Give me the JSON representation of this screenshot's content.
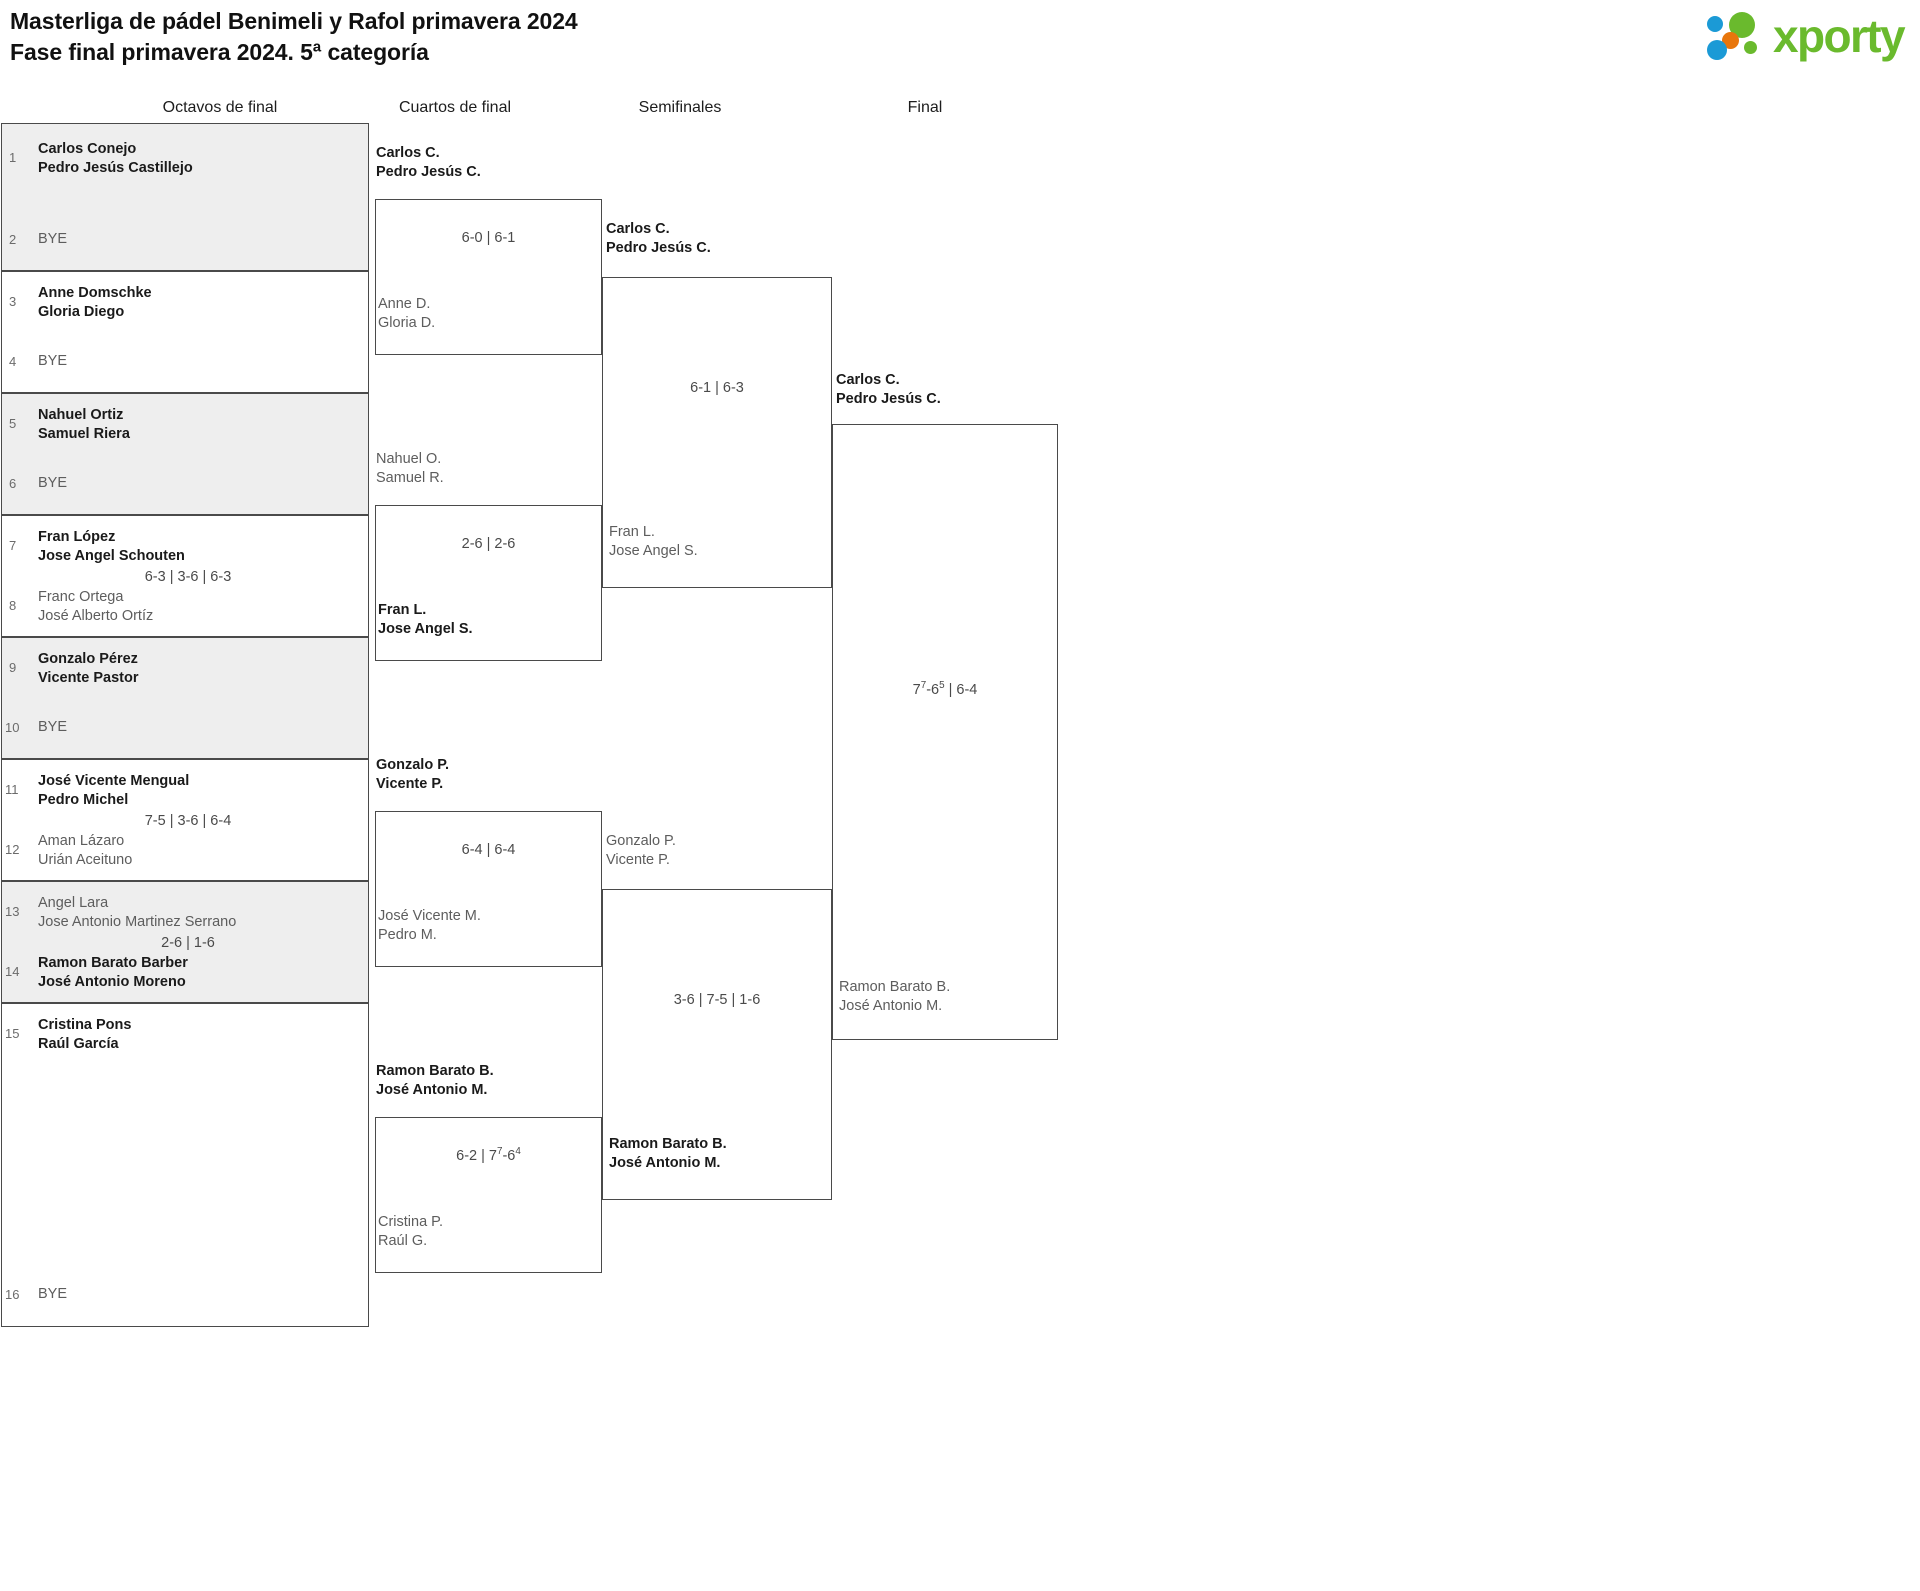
{
  "header": {
    "title_line1": "Masterliga de pádel Benimeli y Rafol primavera 2024",
    "title_line2": "Fase final primavera 2024. 5ª categoría",
    "logo_text": "xporty",
    "logo_colors": {
      "green": "#6aba2d",
      "orange": "#e8760c",
      "blue": "#1b9ad6"
    }
  },
  "rounds": [
    {
      "label": "Octavos de final"
    },
    {
      "label": "Cuartos de final"
    },
    {
      "label": "Semifinales"
    },
    {
      "label": "Final"
    }
  ],
  "round1": {
    "slots": [
      {
        "seed": "1",
        "p1": "Carlos Conejo",
        "p2": "Pedro Jesús Castillejo",
        "result": "win",
        "bye": false
      },
      {
        "seed": "2",
        "p1": "BYE",
        "p2": "",
        "result": "bye",
        "bye": true
      },
      {
        "seed": "3",
        "p1": "Anne Domschke",
        "p2": "Gloria Diego",
        "result": "win",
        "bye": false
      },
      {
        "seed": "4",
        "p1": "BYE",
        "p2": "",
        "result": "bye",
        "bye": true
      },
      {
        "seed": "5",
        "p1": "Nahuel Ortiz",
        "p2": "Samuel Riera",
        "result": "win",
        "bye": false
      },
      {
        "seed": "6",
        "p1": "BYE",
        "p2": "",
        "result": "bye",
        "bye": true
      },
      {
        "seed": "7",
        "p1": "Fran López",
        "p2": "Jose Angel Schouten",
        "result": "win",
        "bye": false
      },
      {
        "seed": "8",
        "p1": "Franc Ortega",
        "p2": "José Alberto Ortíz",
        "result": "lose",
        "bye": false
      },
      {
        "seed": "9",
        "p1": "Gonzalo Pérez",
        "p2": "Vicente Pastor",
        "result": "win",
        "bye": false
      },
      {
        "seed": "10",
        "p1": "BYE",
        "p2": "",
        "result": "bye",
        "bye": true
      },
      {
        "seed": "11",
        "p1": "José Vicente Mengual",
        "p2": "Pedro Michel",
        "result": "win",
        "bye": false
      },
      {
        "seed": "12",
        "p1": "Aman Lázaro",
        "p2": "Urián Aceituno",
        "result": "lose",
        "bye": false
      },
      {
        "seed": "13",
        "p1": "Angel Lara",
        "p2": "Jose Antonio Martinez Serrano",
        "result": "lose",
        "bye": false
      },
      {
        "seed": "14",
        "p1": "Ramon Barato Barber",
        "p2": "José Antonio Moreno",
        "result": "win",
        "bye": false
      },
      {
        "seed": "15",
        "p1": "Cristina Pons",
        "p2": "Raúl García",
        "result": "win",
        "bye": false
      },
      {
        "seed": "16",
        "p1": "BYE",
        "p2": "",
        "result": "bye",
        "bye": true
      }
    ],
    "scores": [
      {
        "match": 4,
        "text": "6-3 | 3-6 | 6-3"
      },
      {
        "match": 6,
        "text": "7-5 | 3-6 | 6-4"
      },
      {
        "match": 7,
        "text": "2-6 | 1-6"
      }
    ]
  },
  "round2": {
    "matches": [
      {
        "top_p1": "Carlos C.",
        "top_p2": "Pedro Jesús C.",
        "top_result": "win",
        "bot_p1": "Anne D.",
        "bot_p2": "Gloria D.",
        "bot_result": "lose",
        "score": "6-0 | 6-1"
      },
      {
        "top_p1": "Nahuel O.",
        "top_p2": "Samuel R.",
        "top_result": "lose",
        "bot_p1": "Fran L.",
        "bot_p2": "Jose Angel S.",
        "bot_result": "win",
        "score": "2-6 | 2-6"
      },
      {
        "top_p1": "Gonzalo P.",
        "top_p2": "Vicente P.",
        "top_result": "win",
        "bot_p1": "José Vicente M.",
        "bot_p2": "Pedro M.",
        "bot_result": "lose",
        "score": "6-4 | 6-4"
      },
      {
        "top_p1": "Ramon Barato B.",
        "top_p2": "José Antonio M.",
        "top_result": "win",
        "bot_p1": "Cristina P.",
        "bot_p2": "Raúl G.",
        "bot_result": "lose",
        "score_html": "6-2 | 7<sup>7</sup>-6<sup>4</sup>"
      }
    ]
  },
  "round3": {
    "matches": [
      {
        "top_p1": "Carlos C.",
        "top_p2": "Pedro Jesús C.",
        "top_result": "win",
        "bot_p1": "Fran L.",
        "bot_p2": "Jose Angel S.",
        "bot_result": "lose",
        "score": "6-1 | 6-3"
      },
      {
        "top_p1": "Gonzalo P.",
        "top_p2": "Vicente P.",
        "top_result": "lose",
        "bot_p1": "Ramon Barato B.",
        "bot_p2": "José Antonio M.",
        "bot_result": "win",
        "score": "3-6 | 7-5 | 1-6"
      }
    ]
  },
  "round4": {
    "matches": [
      {
        "top_p1": "Carlos C.",
        "top_p2": "Pedro Jesús C.",
        "top_result": "win",
        "bot_p1": "Ramon Barato B.",
        "bot_p2": "José Antonio M.",
        "bot_result": "lose",
        "score_html": "7<sup>7</sup>-6<sup>5</sup> | 6-4"
      }
    ]
  }
}
